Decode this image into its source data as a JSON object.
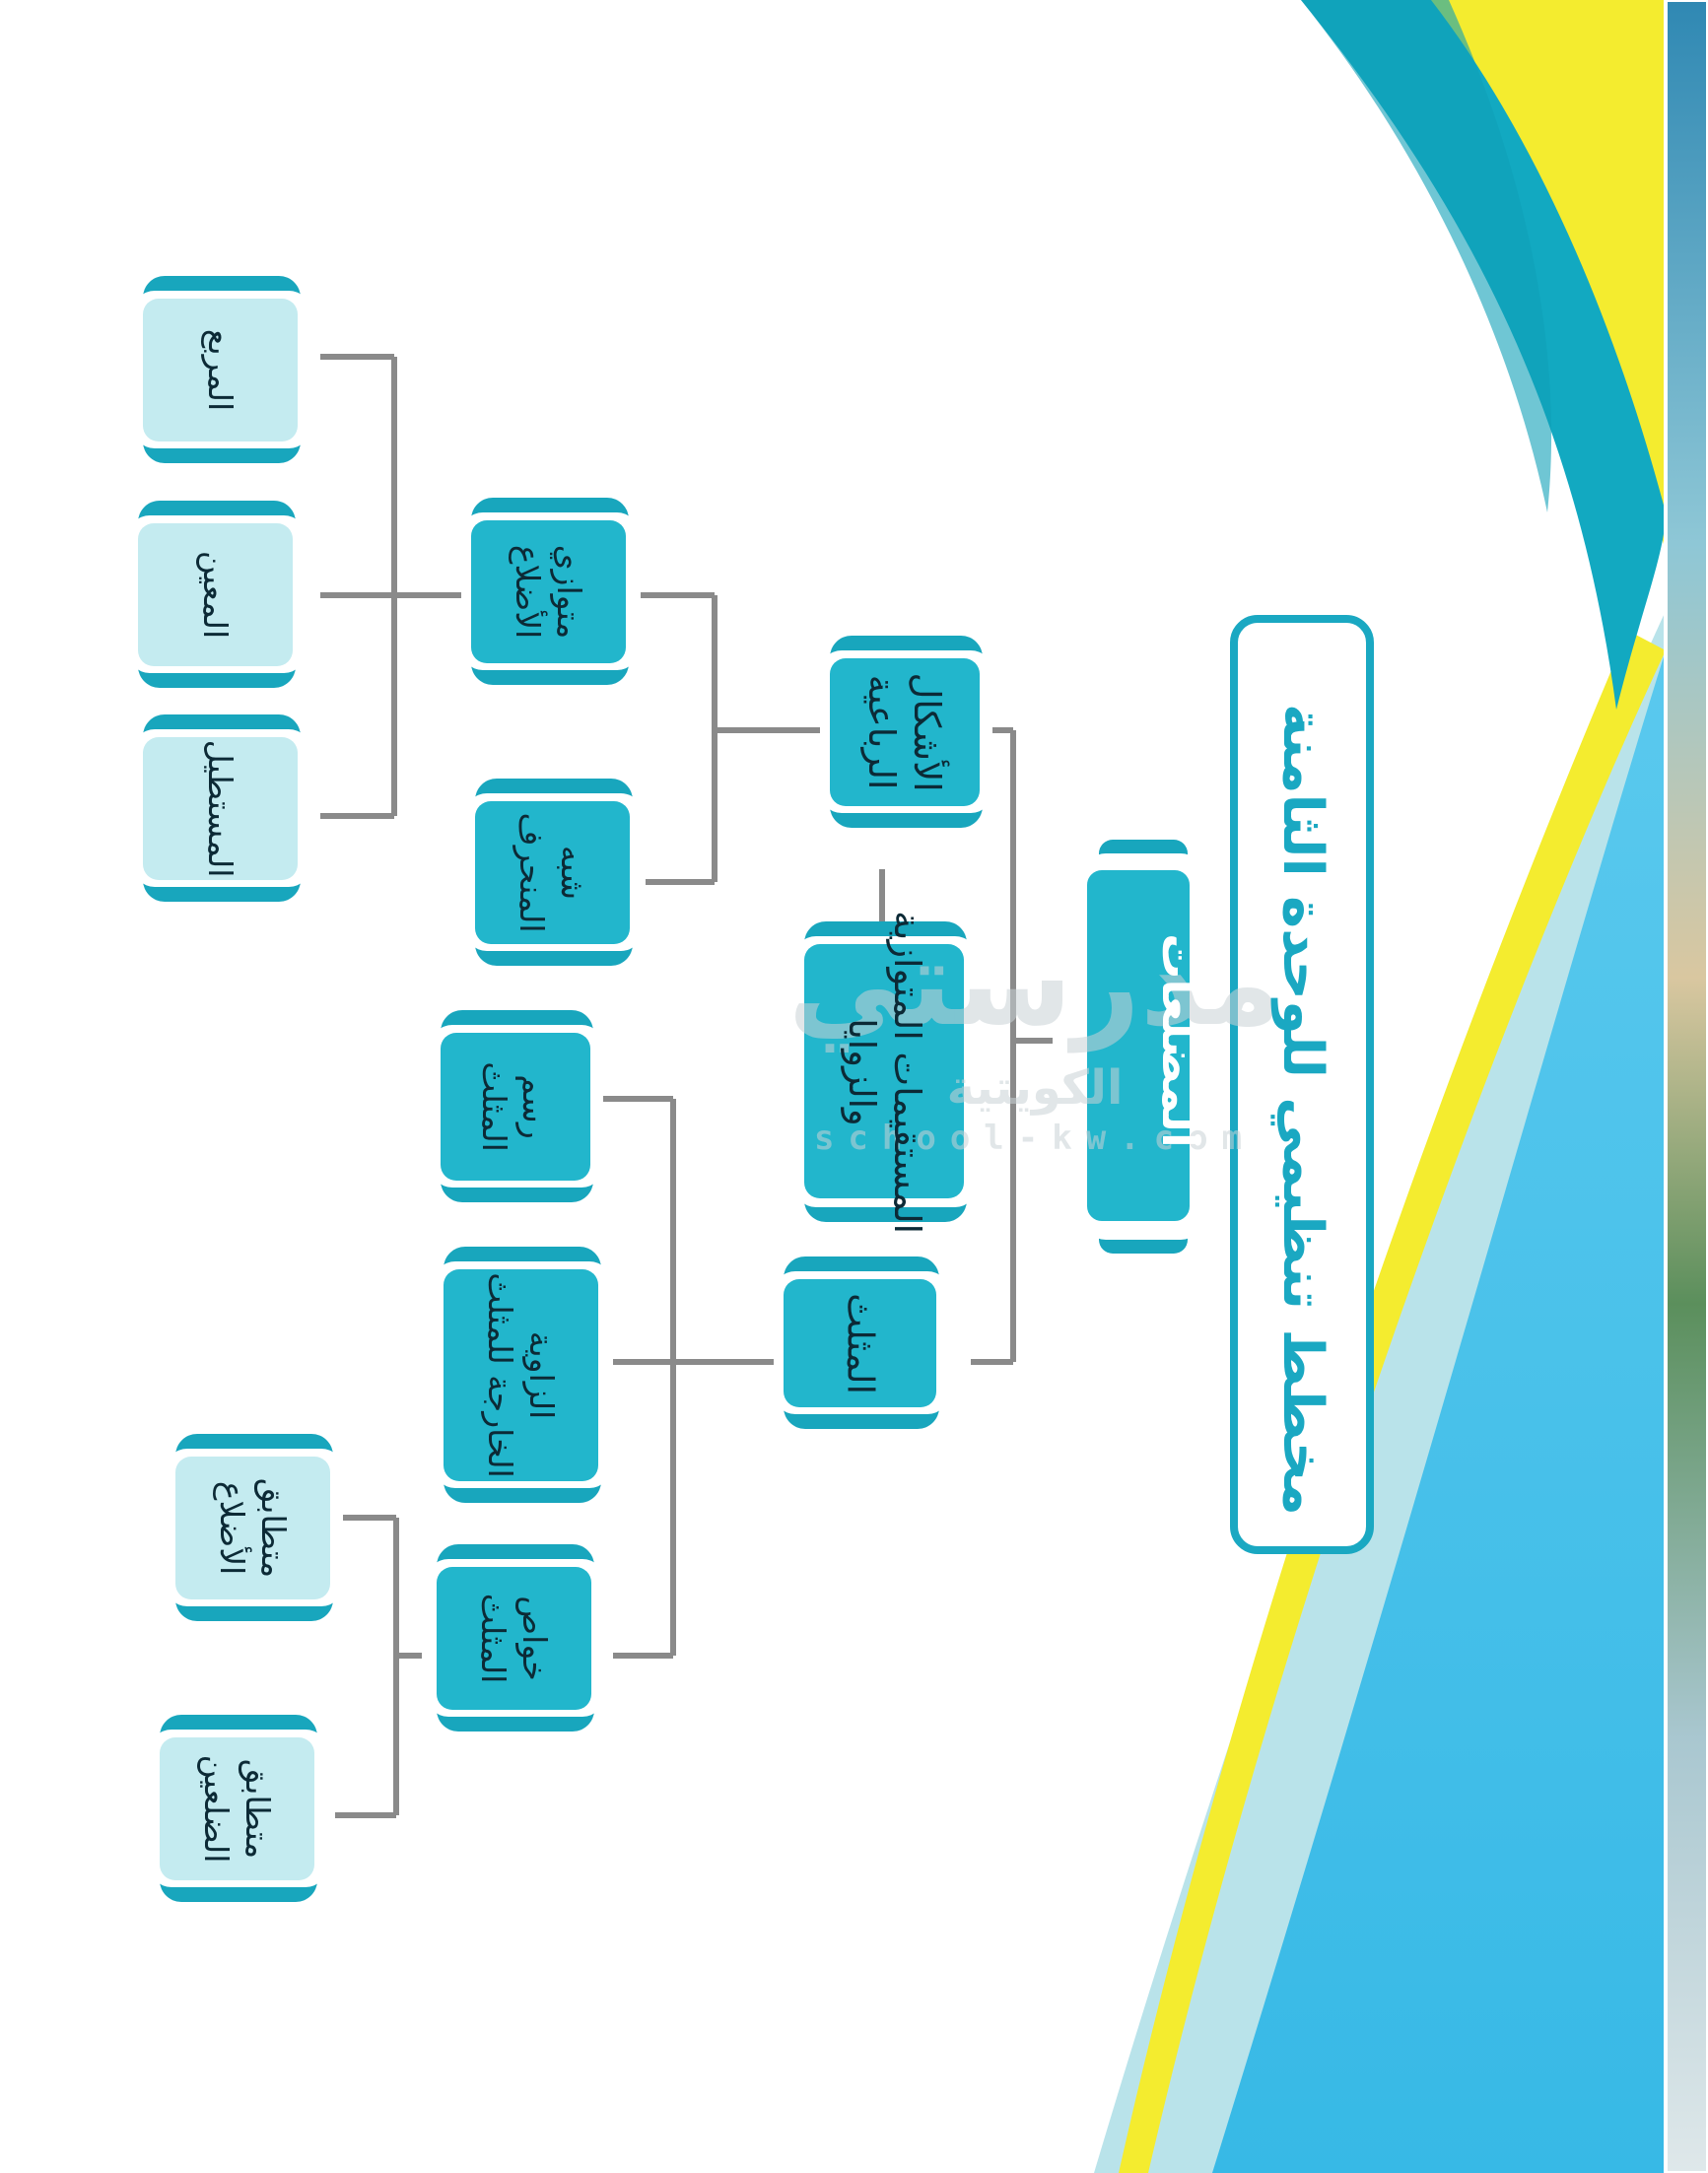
{
  "title": "مخطط تنظيمي للوحدة الثامنة",
  "root": "المضلعات",
  "level1": {
    "quadrilaterals": [
      "الأشكال",
      "الرباعية"
    ],
    "parallel_lines": [
      "المستقيمات المتوازية",
      "والزوايا"
    ],
    "triangle": [
      "المثلث"
    ]
  },
  "level2": {
    "parallelogram": [
      "متوازي",
      "الأضلاع"
    ],
    "trapezoid": [
      "شبه",
      "المنحرف"
    ],
    "triangle_drawing": [
      "رسم",
      "المثلث"
    ],
    "exterior_angle": [
      "الزاوية",
      "الخارجة للمثلث"
    ],
    "triangle_properties": [
      "خواص",
      "المثلث"
    ]
  },
  "level3": {
    "square": [
      "المربع"
    ],
    "rhombus": [
      "المعين"
    ],
    "rectangle": [
      "المستطيل"
    ],
    "equilateral": [
      "متطابق",
      "الأضلاع"
    ],
    "isosceles": [
      "متطابق",
      "الضلعين"
    ]
  },
  "watermark": {
    "main": "مدرستي",
    "sub": "الكويتية",
    "url": "school-kw.com"
  },
  "colors": {
    "title_border": "#1aa8c2",
    "title_text": "#1aa8c2",
    "dark_box": "#22b6cc",
    "light_box": "#c4ebf0",
    "box_ring": "#18a6bd",
    "connector": "#8a8a8a",
    "wave_yellow": "#f4ec2f",
    "wave_teal": "#12a9c1",
    "wave_sky": "#49c6ea",
    "wave_light": "#b9e3ea"
  },
  "icons": {
    "photo_strip": "beach-photo-icon"
  }
}
